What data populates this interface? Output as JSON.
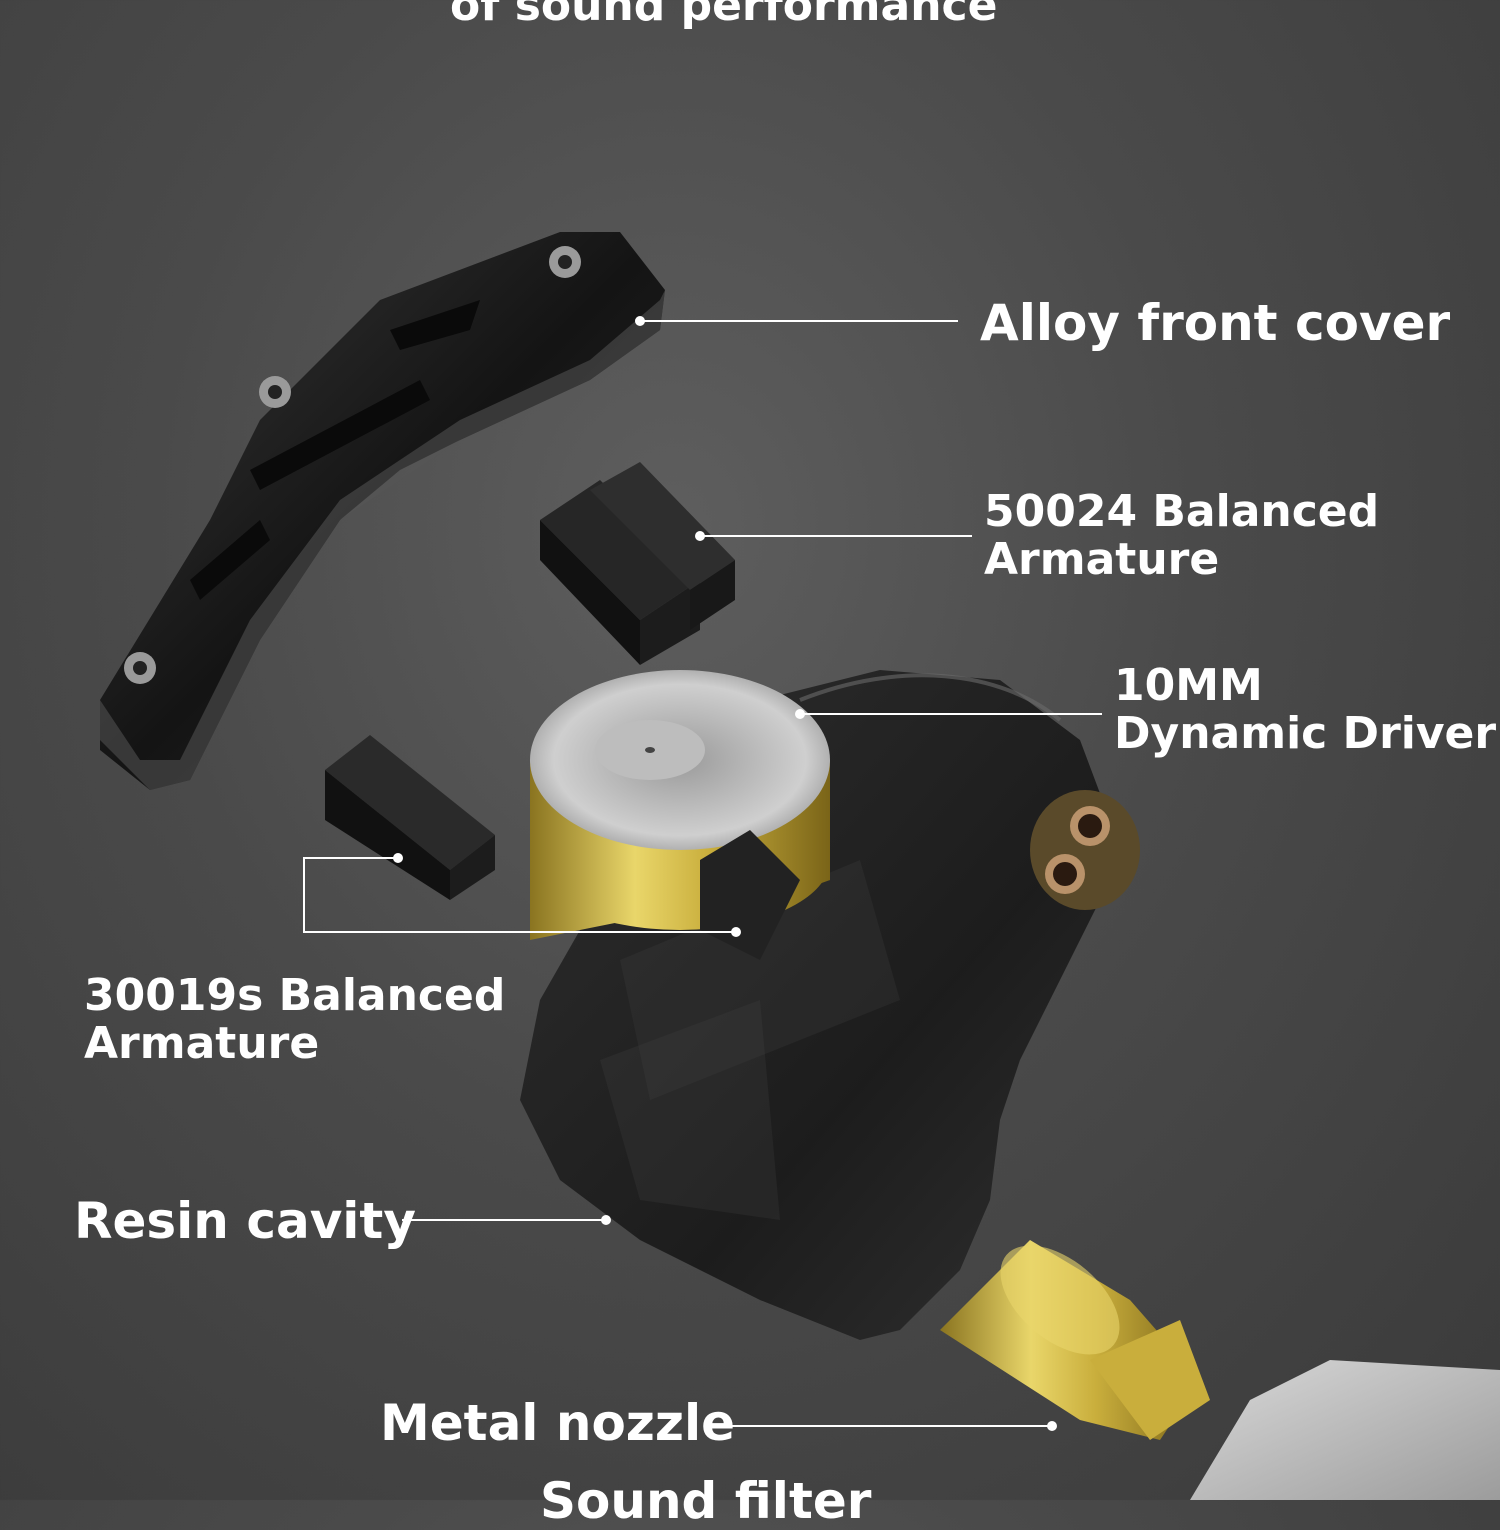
{
  "title": "of sound performance",
  "labels": {
    "alloy_front_cover": "Alloy front cover",
    "ba_50024_line1": "50024 Balanced",
    "ba_50024_line2": "Armature",
    "dd_line1": "10MM",
    "dd_line2": "Dynamic Driver",
    "ba_30019s_line1": "30019s Balanced",
    "ba_30019s_line2": "Armature",
    "resin_cavity": "Resin cavity",
    "metal_nozzle": "Metal nozzle",
    "sound_filter": "Sound filter"
  },
  "colors": {
    "background": "#4a4a4a",
    "text": "#ffffff",
    "gold": "#d8bf4a",
    "cover": "#1e1e1e"
  }
}
